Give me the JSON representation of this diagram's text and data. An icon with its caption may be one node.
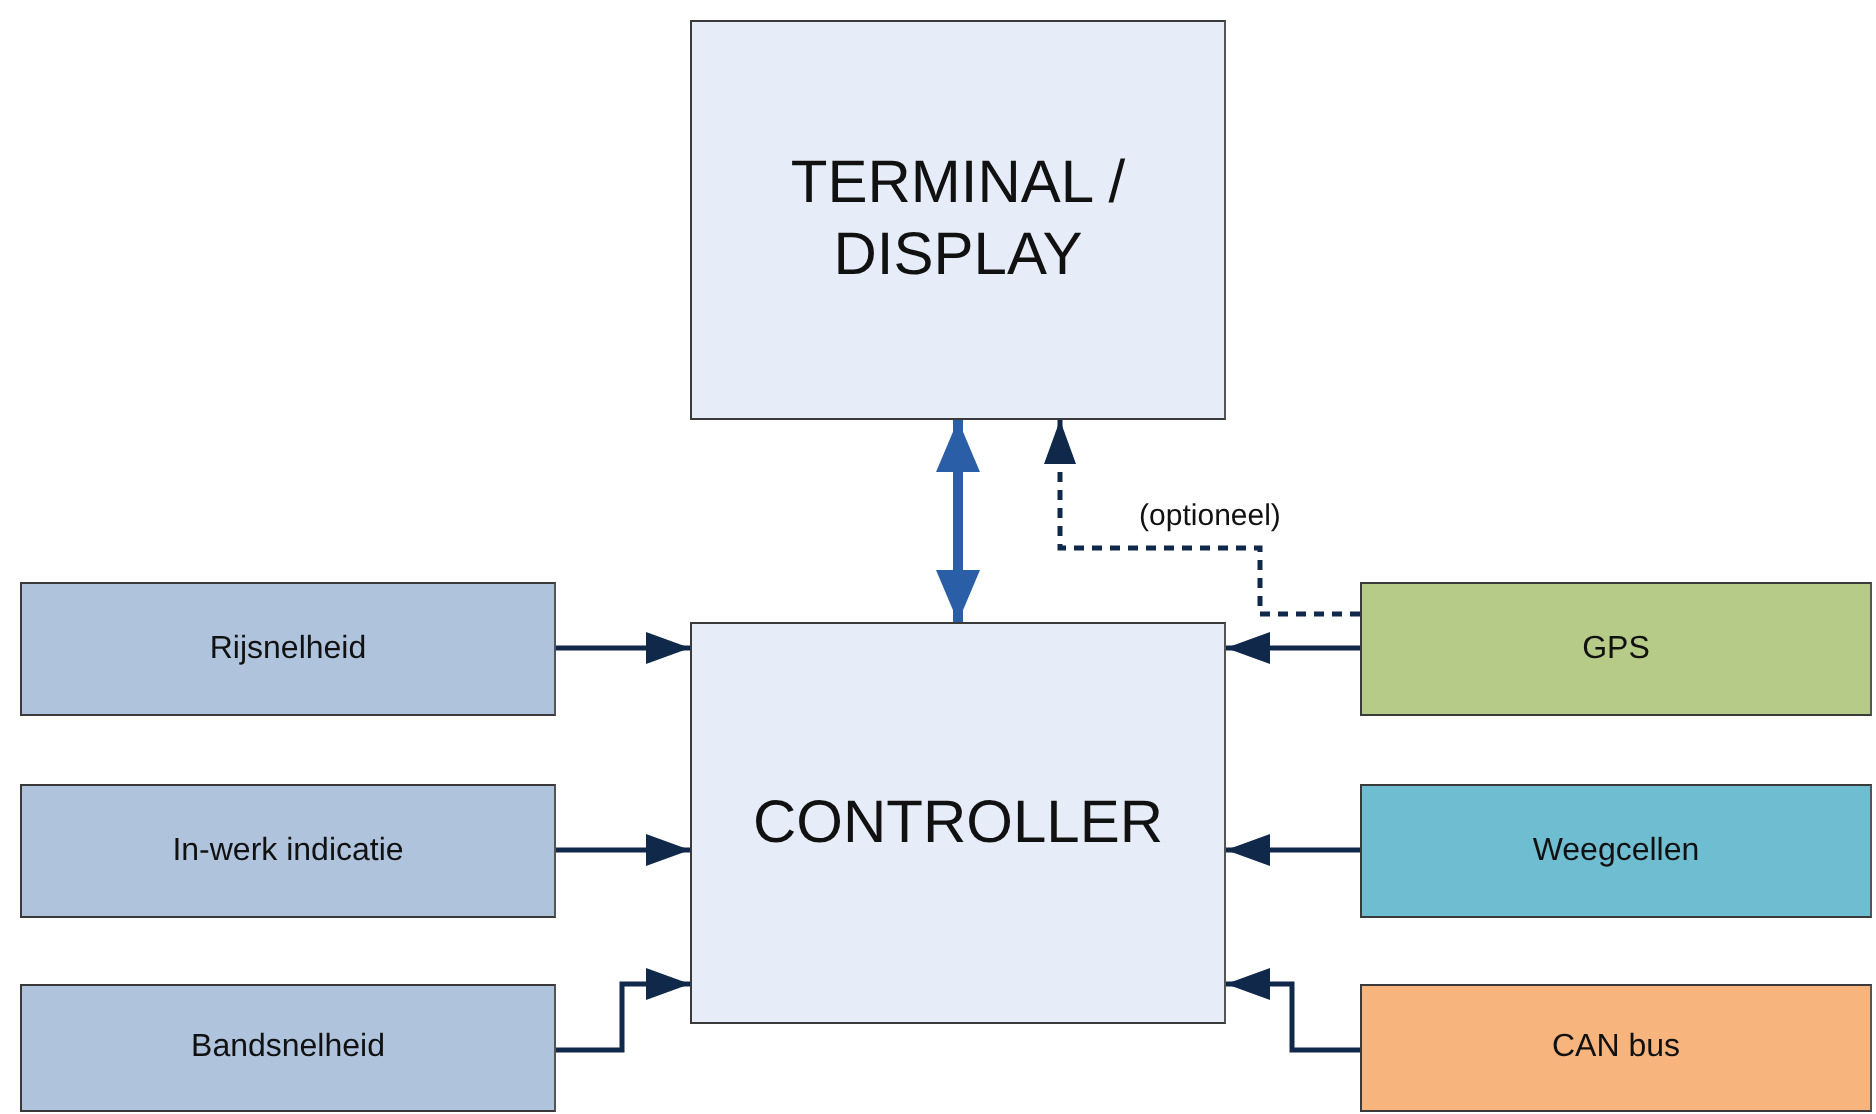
{
  "diagram": {
    "nodes": [
      {
        "text": [
          "TERMINAL / DISPLAY"
        ]
      },
      {
        "text": [
          "Rijsnelheid"
        ]
      },
      {
        "text": [
          "CONTROLLER"
        ]
      },
      {
        "text": [
          "GPS"
        ]
      },
      {
        "text": [
          "In-werk indicatie"
        ]
      },
      {
        "text": [
          "Weegcellen"
        ]
      },
      {
        "text": [
          "Bandsnelheid"
        ]
      },
      {
        "text": [
          "CAN bus"
        ]
      }
    ],
    "edges": [
      {
        "from": 1,
        "to": 2,
        "arrow": "to"
      },
      {
        "from": 4,
        "to": 2,
        "arrow": "to"
      },
      {
        "from": 6,
        "to": 2,
        "arrow": "to"
      },
      {
        "from": 3,
        "to": 2,
        "arrow": "to"
      },
      {
        "from": 5,
        "to": 2,
        "arrow": "to"
      },
      {
        "from": 7,
        "to": 2,
        "arrow": "to"
      },
      {
        "from": 2,
        "to": 0,
        "arrow": "both",
        "style": "thick",
        "color": "#2a5fa8"
      },
      {
        "from": 3,
        "to": 0,
        "arrow": "to",
        "style": "dashed",
        "label": "(optioneel)"
      }
    ]
  }
}
